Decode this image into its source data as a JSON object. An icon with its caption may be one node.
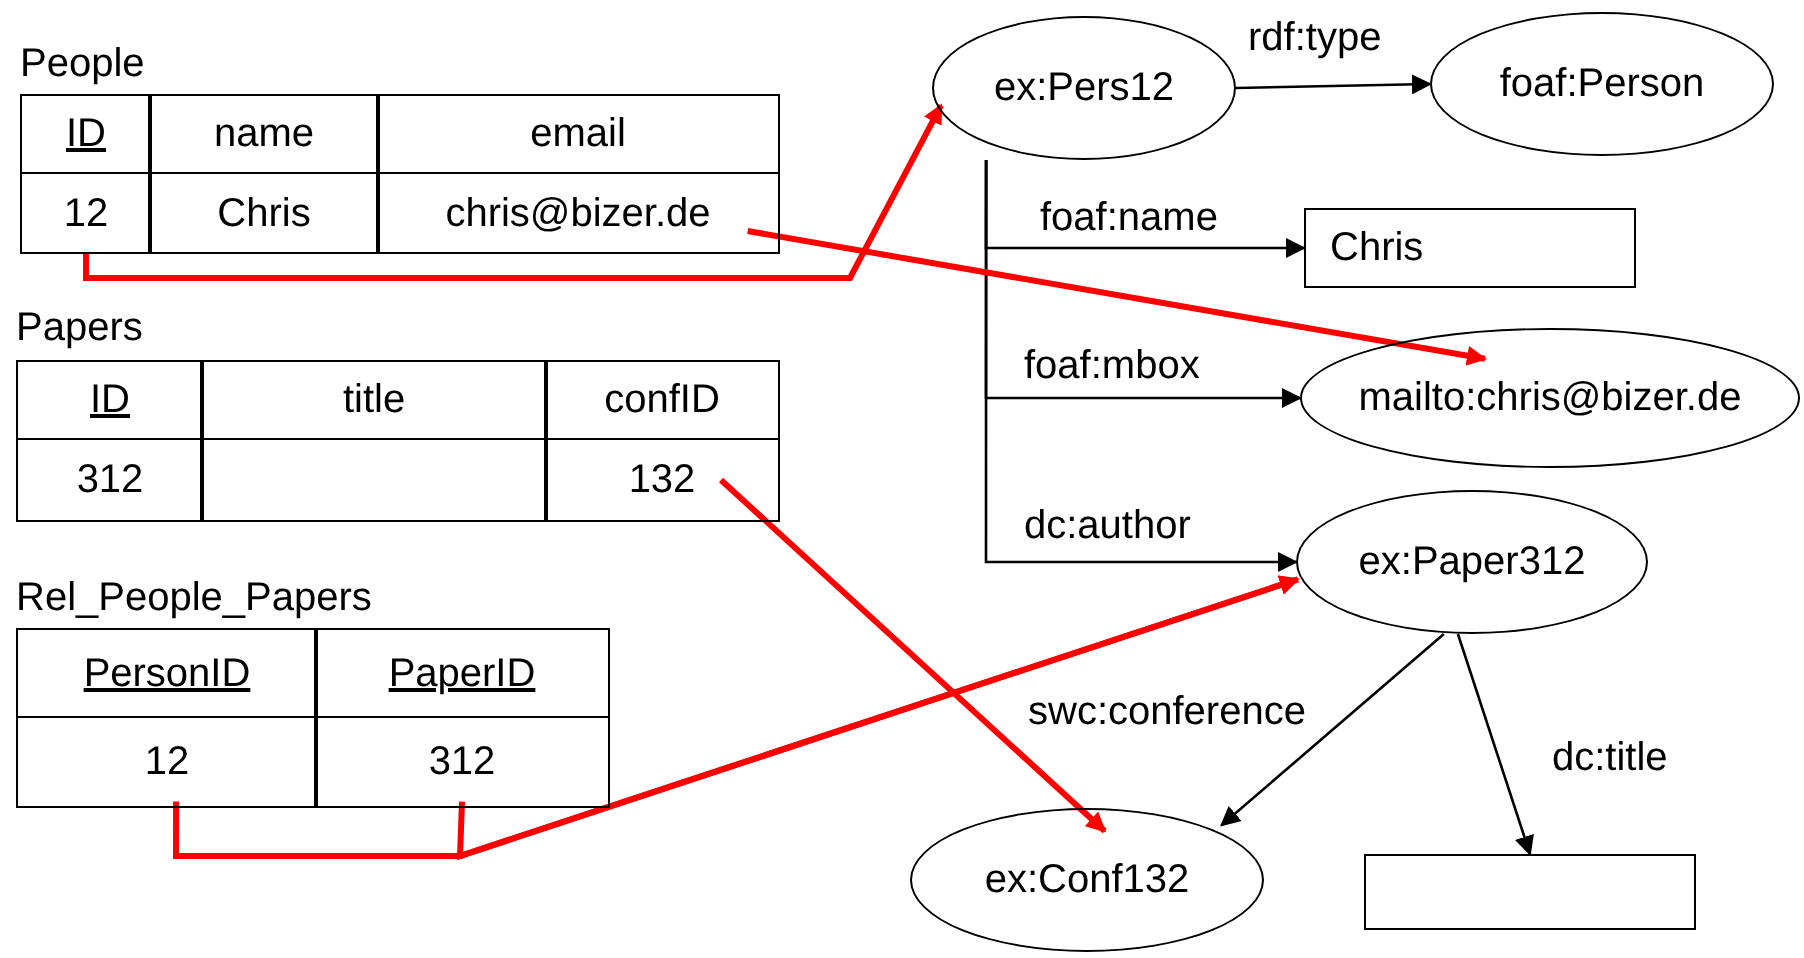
{
  "diagram": {
    "nodes": [
      {
        "text": [
          "People"
        ]
      },
      {
        "text": [
          "ID"
        ],
        "in": 0
      },
      {
        "text": [
          "name"
        ],
        "in": 0
      },
      {
        "text": [
          "email"
        ],
        "in": 0
      },
      {
        "text": [
          "12"
        ],
        "in": 0
      },
      {
        "text": [
          "Chris"
        ],
        "in": 0
      },
      {
        "text": [
          "chris@bizer.de"
        ],
        "in": 0
      },
      {
        "text": [
          "Papers"
        ]
      },
      {
        "text": [
          "ID"
        ],
        "in": 7
      },
      {
        "text": [
          "title"
        ],
        "in": 7
      },
      {
        "text": [
          "confID"
        ],
        "in": 7
      },
      {
        "text": [
          "312"
        ],
        "in": 7
      },
      {
        "text": [],
        "shape": "box",
        "in": 7
      },
      {
        "text": [
          "132"
        ],
        "in": 7
      },
      {
        "text": [
          "Rel_People_Papers"
        ]
      },
      {
        "text": [
          "PersonID"
        ],
        "in": 14
      },
      {
        "text": [
          "PaperID"
        ],
        "in": 14
      },
      {
        "text": [
          "12"
        ],
        "in": 14
      },
      {
        "text": [
          "312"
        ],
        "in": 14
      },
      {
        "text": [
          "ex:Pers12"
        ]
      },
      {
        "text": [
          "foaf:Person"
        ]
      },
      {
        "text": [
          "Chris"
        ]
      },
      {
        "text": [
          "mailto:chris@bizer.de"
        ]
      },
      {
        "text": [
          "ex:Paper312"
        ]
      },
      {
        "text": [
          "ex:Conf132"
        ]
      },
      {
        "text": [],
        "shape": "box"
      }
    ],
    "edges": [
      {
        "from": 19,
        "to": 20,
        "arrow": "to",
        "label": "rdf:type"
      },
      {
        "from": 19,
        "to": 21,
        "arrow": "to",
        "label": "foaf:name"
      },
      {
        "from": 19,
        "to": 22,
        "arrow": "to",
        "label": "foaf:mbox"
      },
      {
        "from": 19,
        "to": 23,
        "arrow": "to",
        "label": "dc:author"
      },
      {
        "from": 23,
        "to": 24,
        "arrow": "to",
        "label": "swc:conference"
      },
      {
        "from": 23,
        "to": 25,
        "arrow": "to",
        "label": "dc:title"
      },
      {
        "from": 4,
        "to": 19,
        "arrow": "to",
        "style": "thick",
        "color": "#ff0000"
      },
      {
        "from": 6,
        "to": 22,
        "arrow": "to",
        "style": "thick",
        "color": "#ff0000"
      },
      {
        "from": 13,
        "to": 24,
        "arrow": "to",
        "style": "thick",
        "color": "#ff0000"
      },
      {
        "from": 17,
        "to": 23,
        "arrow": "to",
        "style": "thick",
        "color": "#ff0000"
      },
      {
        "from": 18,
        "to": 23,
        "arrow": "to",
        "style": "thick",
        "color": "#ff0000"
      }
    ]
  }
}
